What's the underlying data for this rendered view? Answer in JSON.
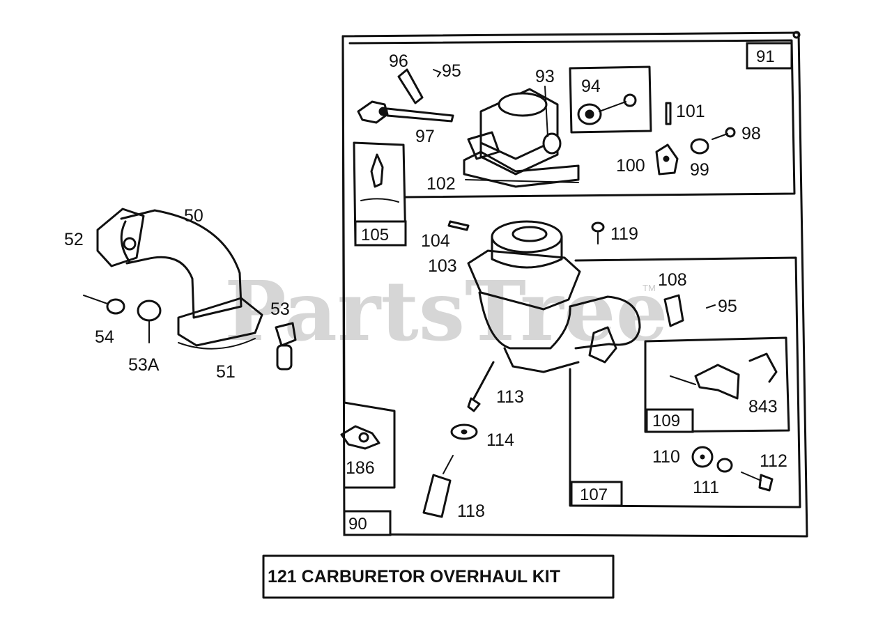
{
  "watermark": {
    "text": "PartsTree",
    "tm": "TM"
  },
  "title": "121 CARBURETOR OVERHAUL KIT",
  "group_boxes": [
    "91",
    "105",
    "90",
    "107",
    "109"
  ],
  "part_labels": [
    "96",
    "95",
    "93",
    "94",
    "101",
    "98",
    "99",
    "100",
    "97",
    "102",
    "50",
    "52",
    "53",
    "54",
    "53A",
    "51",
    "104",
    "119",
    "103",
    "108",
    "95",
    "843",
    "113",
    "114",
    "186",
    "110",
    "112",
    "111",
    "118"
  ]
}
